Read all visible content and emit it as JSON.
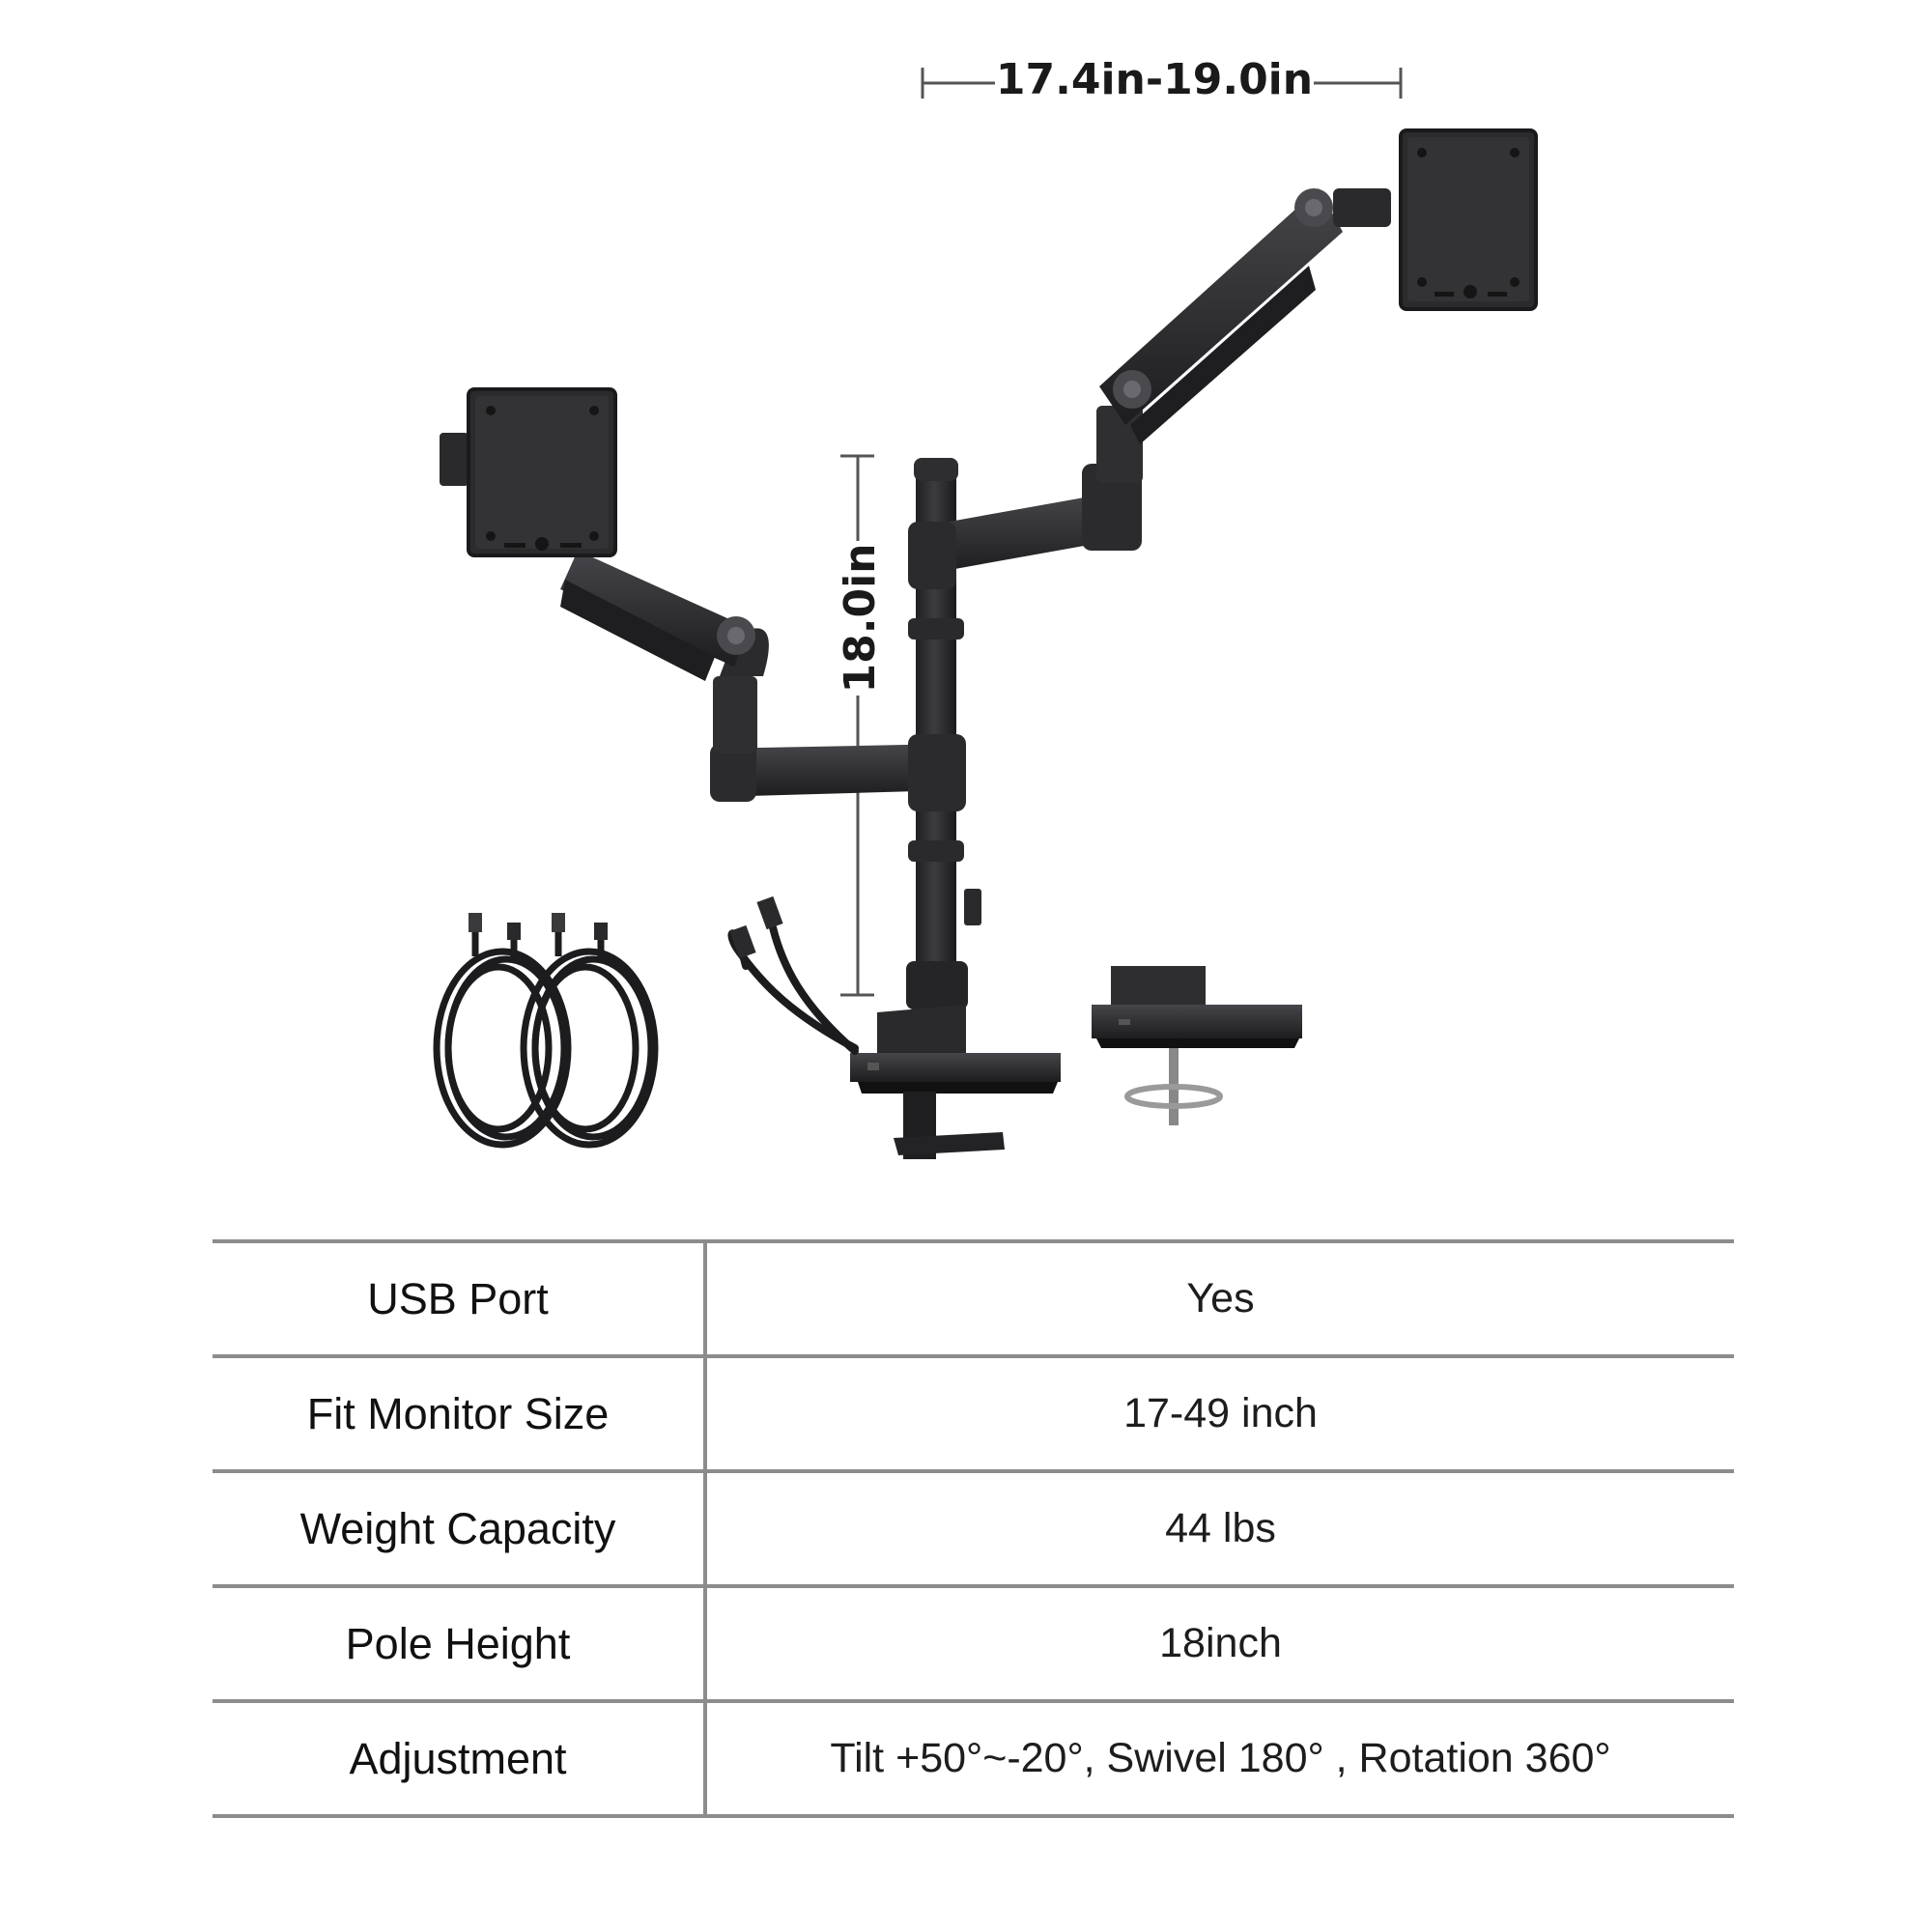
{
  "dimensions": {
    "arm_span": "17.4in-19.0in",
    "pole_height": "18.0in"
  },
  "specs": {
    "rows": [
      {
        "label": "USB Port",
        "value": "Yes"
      },
      {
        "label": "Fit Monitor Size",
        "value": "17-49 inch"
      },
      {
        "label": "Weight Capacity",
        "value": "44 lbs"
      },
      {
        "label": "Pole Height",
        "value": "18inch"
      },
      {
        "label": "Adjustment",
        "value": "Tilt +50°~-20°, Swivel 180° , Rotation 360°"
      }
    ]
  },
  "colors": {
    "product": "#2b2b2d",
    "product_highlight": "#4a4a4e",
    "table_lines": "#8c8c8c",
    "text": "#1a1a1a"
  }
}
